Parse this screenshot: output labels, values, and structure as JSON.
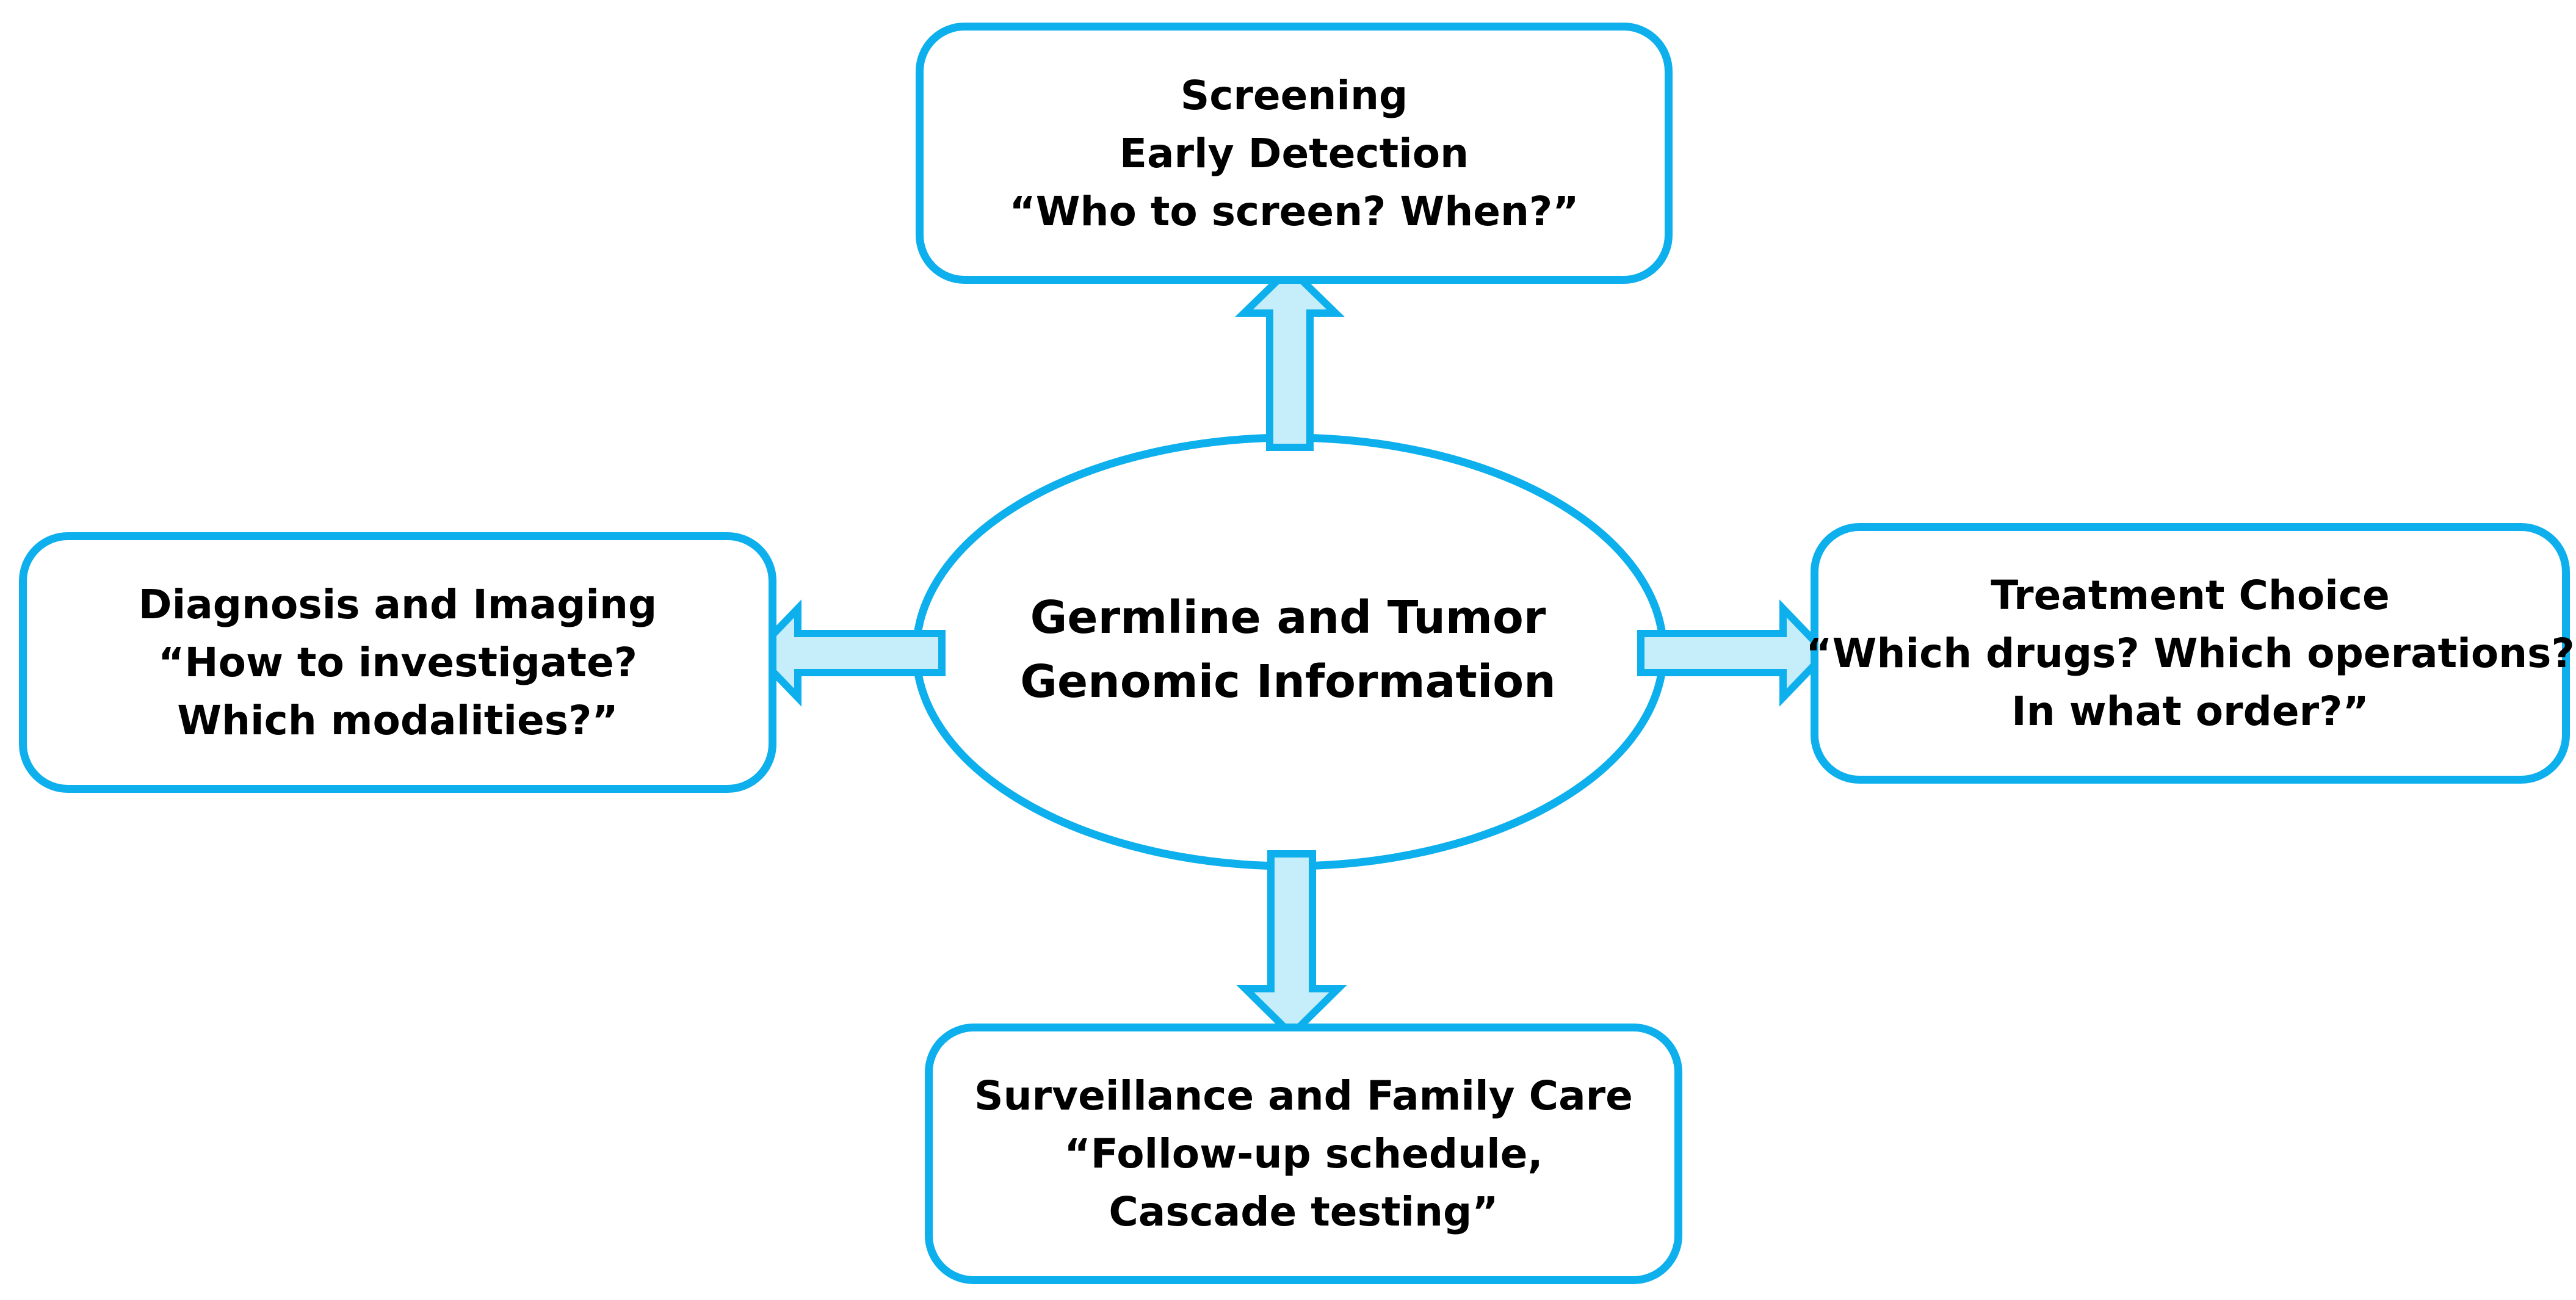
{
  "diagram": {
    "center": {
      "lines": [
        "Germline and Tumor",
        "Genomic Information"
      ]
    },
    "nodes": {
      "top": {
        "lines": [
          "Screening",
          "Early Detection",
          "“Who to screen? When?”"
        ]
      },
      "left": {
        "lines": [
          "Diagnosis and Imaging",
          "“How to investigate?",
          "Which modalities?”"
        ]
      },
      "right": {
        "lines": [
          "Treatment Choice",
          "“Which drugs? Which operations?",
          "In what order?”"
        ]
      },
      "bottom": {
        "lines": [
          "Surveillance and Family Care",
          "“Follow-up schedule,",
          "Cascade testing”"
        ]
      }
    },
    "colors": {
      "outline": "#0DB0EC",
      "arrow_fill": "#C6EEFA",
      "text": "#000000",
      "background": "#FFFFFF"
    }
  }
}
